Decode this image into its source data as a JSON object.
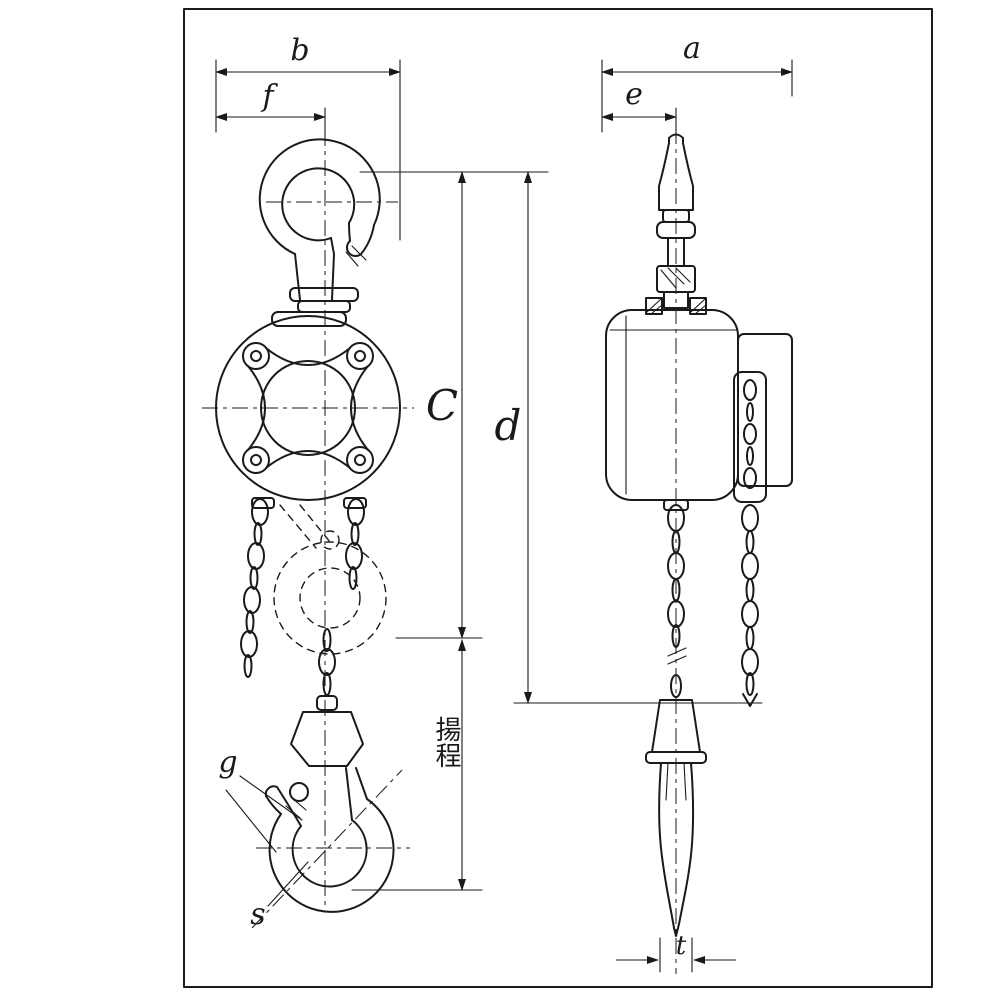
{
  "diagram": {
    "colors": {
      "line": "#1a1a1a",
      "background": "#ffffff"
    },
    "labels": {
      "b": "b",
      "f": "f",
      "a": "a",
      "e": "e",
      "c": "C",
      "d": "d",
      "g": "g",
      "s": "s",
      "t": "t",
      "lift": "揚程"
    }
  }
}
